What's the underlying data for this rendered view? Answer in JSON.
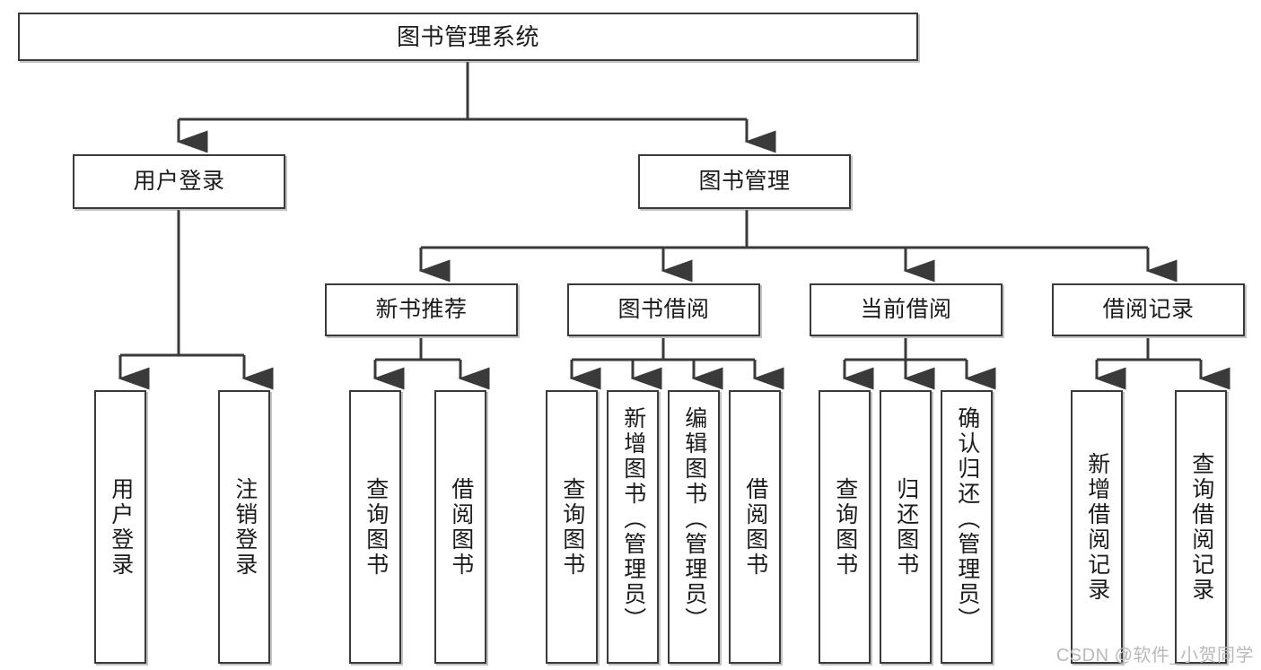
{
  "diagram": {
    "title": "图书管理系统",
    "type": "tree-hierarchy-diagram",
    "watermark": "CSDN @软件_小贺同学",
    "colors": {
      "box_border": "#3a3a3a",
      "box_fill": "#ffffff",
      "text": "#1b1b1b",
      "edge": "#3a3a3a",
      "watermark": "#b9b9b9"
    },
    "nodes": {
      "root": {
        "label": "图书管理系统",
        "level": 1
      },
      "level2": [
        {
          "id": "user-login",
          "label": "用户登录"
        },
        {
          "id": "book-management",
          "label": "图书管理"
        }
      ],
      "level3": [
        {
          "id": "new-book-recommend",
          "label": "新书推荐"
        },
        {
          "id": "book-borrow",
          "label": "图书借阅"
        },
        {
          "id": "current-borrow",
          "label": "当前借阅"
        },
        {
          "id": "borrow-record",
          "label": "借阅记录"
        }
      ],
      "leaves": [
        {
          "id": "leaf-user-login",
          "label": "用户登录",
          "parent": "user-login"
        },
        {
          "id": "leaf-logout-login",
          "label": "注销登录",
          "parent": "user-login"
        },
        {
          "id": "leaf-query-book-1",
          "label": "查询图书",
          "parent": "new-book-recommend"
        },
        {
          "id": "leaf-borrow-book-1",
          "label": "借阅图书",
          "parent": "new-book-recommend"
        },
        {
          "id": "leaf-query-book-2",
          "label": "查询图书",
          "parent": "book-borrow"
        },
        {
          "id": "leaf-add-book",
          "label": "新增图书（管理员）",
          "parent": "book-borrow"
        },
        {
          "id": "leaf-edit-book",
          "label": "编辑图书（管理员）",
          "parent": "book-borrow"
        },
        {
          "id": "leaf-borrow-book-2",
          "label": "借阅图书",
          "parent": "book-borrow"
        },
        {
          "id": "leaf-query-book-3",
          "label": "查询图书",
          "parent": "current-borrow"
        },
        {
          "id": "leaf-return-book",
          "label": "归还图书",
          "parent": "current-borrow"
        },
        {
          "id": "leaf-confirm-return",
          "label": "确认归还（管理员）",
          "parent": "current-borrow"
        },
        {
          "id": "leaf-add-borrow-record",
          "label": "新增借阅记录",
          "parent": "borrow-record"
        },
        {
          "id": "leaf-query-borrow-record",
          "label": "查询借阅记录",
          "parent": "borrow-record"
        }
      ]
    }
  }
}
